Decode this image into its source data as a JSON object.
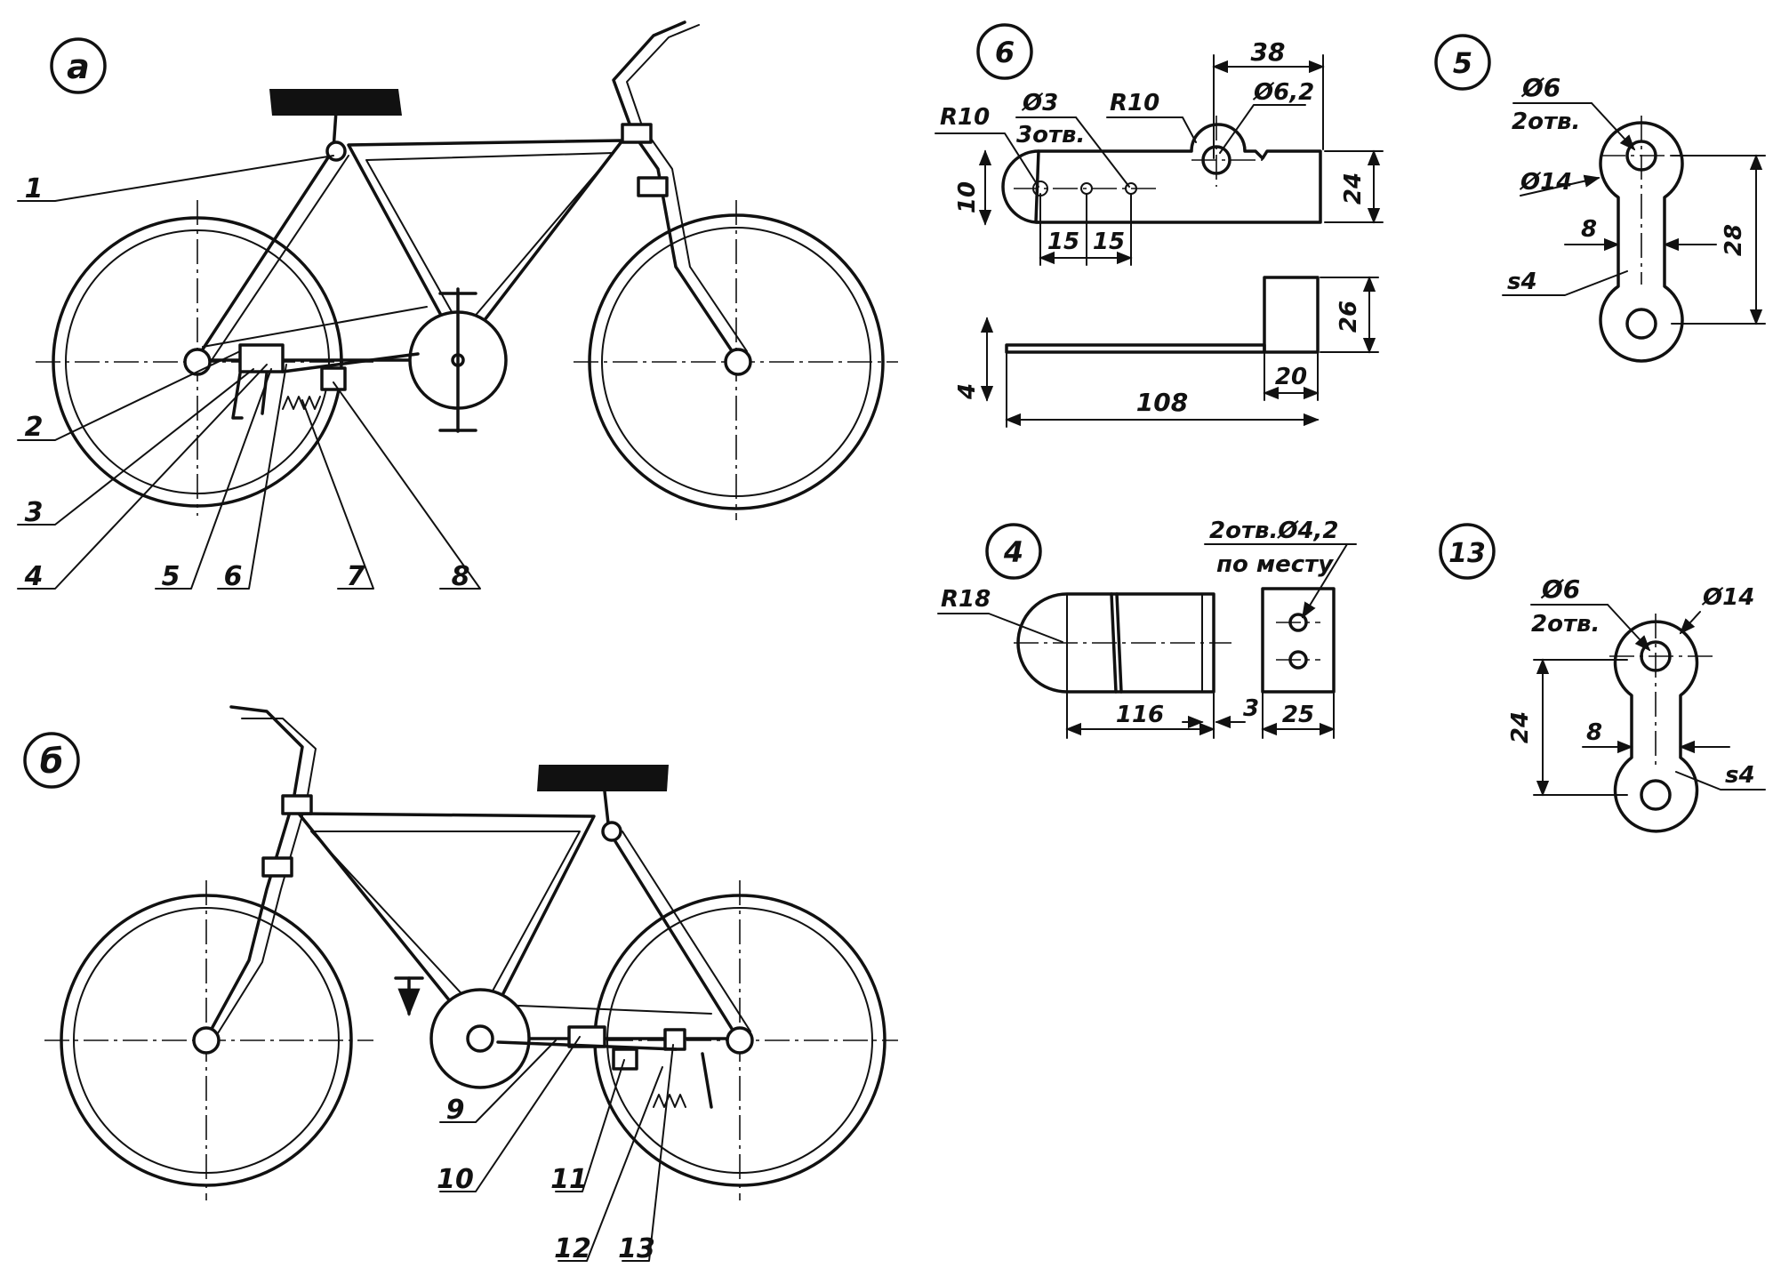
{
  "views": {
    "a": {
      "label": "а"
    },
    "b": {
      "label": "б"
    }
  },
  "callouts": [
    "1",
    "2",
    "3",
    "4",
    "5",
    "6",
    "7",
    "8",
    "9",
    "10",
    "11",
    "12",
    "13"
  ],
  "details": {
    "d6": {
      "number": "6",
      "r10_left": "R10",
      "hole_d3": "Ø3",
      "hole_count_3": "3отв.",
      "r10_right": "R10",
      "hole_d6_2": "Ø6,2",
      "dim_38": "38",
      "dim_10": "10",
      "dim_15a": "15",
      "dim_15b": "15",
      "dim_24": "24",
      "dim_26": "26",
      "dim_4": "4",
      "dim_20": "20",
      "dim_108": "108"
    },
    "d5": {
      "number": "5",
      "hole_d6": "Ø6",
      "hole_count_2": "2отв.",
      "dia_14": "Ø14",
      "width_8": "8",
      "thickness": "s4",
      "length_28": "28"
    },
    "d4": {
      "number": "4",
      "r18": "R18",
      "holes_note": "2отв.Ø4,2",
      "holes_note_2": "по месту",
      "dim_116": "116",
      "dim_3": "3",
      "dim_25": "25"
    },
    "d13": {
      "number": "13",
      "hole_d6": "Ø6",
      "hole_count_2": "2отв.",
      "dia_14": "Ø14",
      "width_8": "8",
      "length_24": "24",
      "thickness": "s4"
    }
  }
}
